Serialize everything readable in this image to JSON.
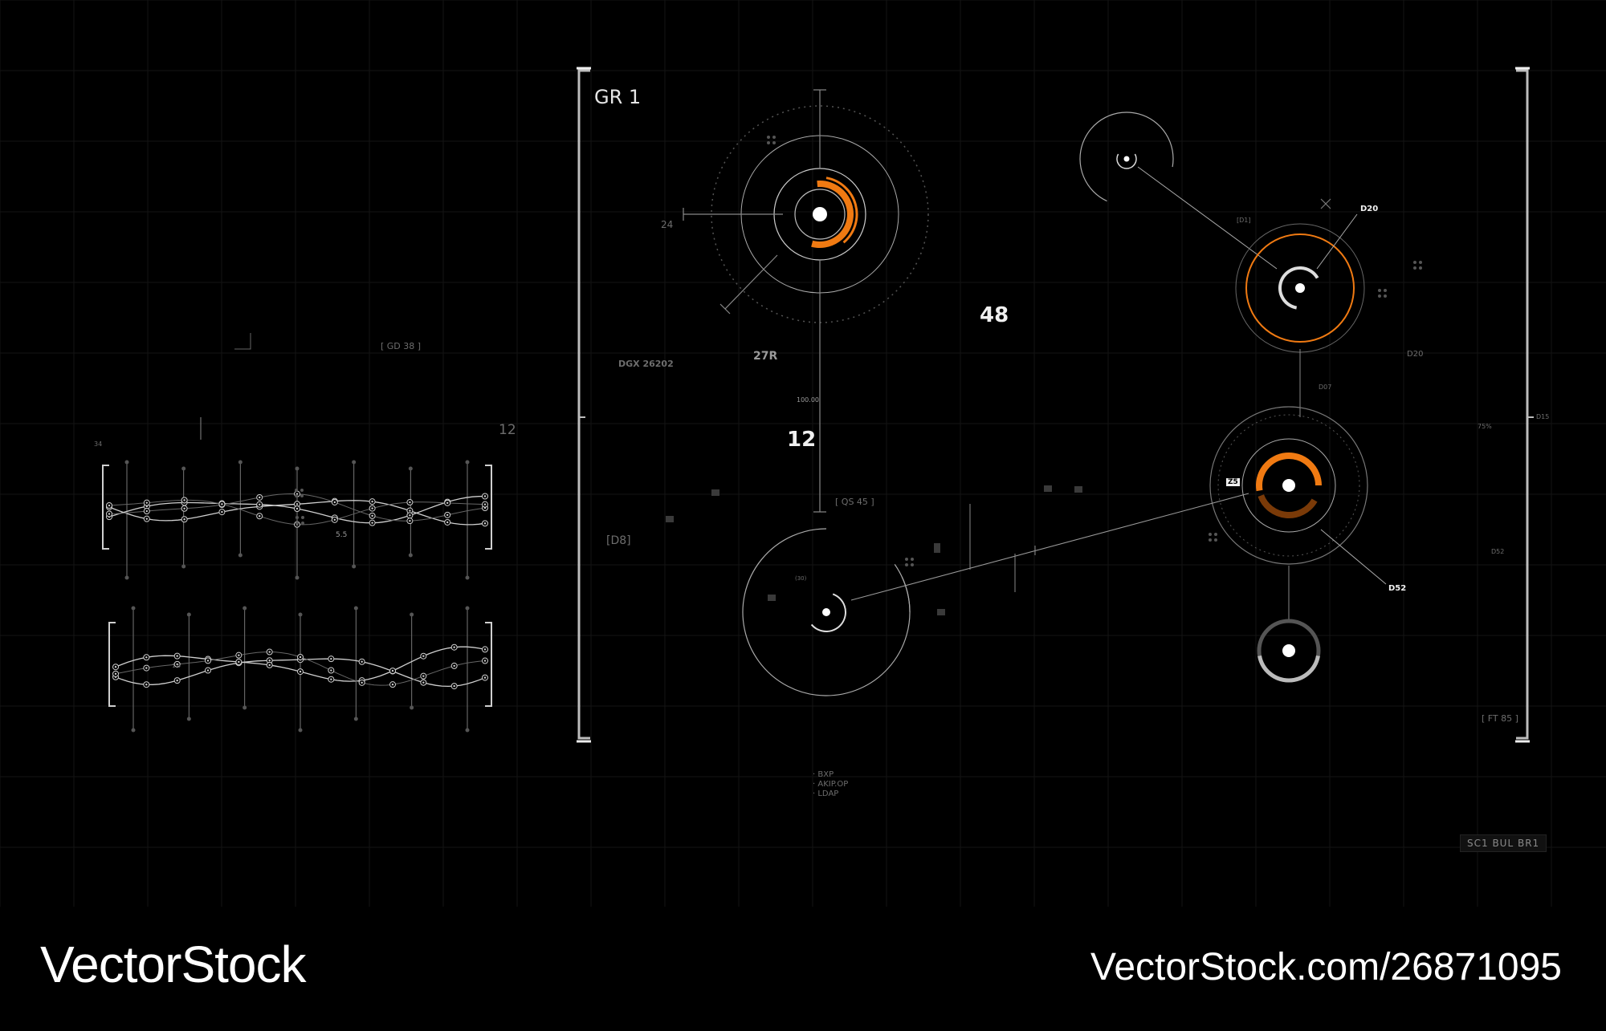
{
  "panel": {
    "title": "GR 1",
    "big_48": "48",
    "big_12": "12",
    "label_27r": "27R",
    "label_dgx": "DGX 26202",
    "label_24": "24",
    "label_100": "100.00",
    "label_qs": "[ QS 45 ]",
    "label_d8": "[D8]",
    "label_d20_top": "D20",
    "label_d20_side": "D20",
    "label_d01": "[D1]",
    "label_d07": "D07",
    "label_d15": "D15",
    "label_75": "75%",
    "label_z5": "Z5",
    "label_d52_a": "D52",
    "label_d52_b": "D52",
    "label_ft": "[ FT 85 ]",
    "label_sm1": "(30)"
  },
  "left": {
    "label_gd": "[ GD 38 ]",
    "label_12": "12",
    "label_34": "34",
    "label_55": "5.5",
    "label_14": "1.4"
  },
  "legend": {
    "items": [
      "BXP",
      "AKIP.OP",
      "LDAP"
    ]
  },
  "badge": "SC1 BUL BR1",
  "footer": {
    "brand": "VectorStock",
    "url": "VectorStock.com/26871095"
  },
  "colors": {
    "accent": "#f07a12",
    "line": "#cfcfcf",
    "dim": "#444444",
    "background": "#000000"
  }
}
